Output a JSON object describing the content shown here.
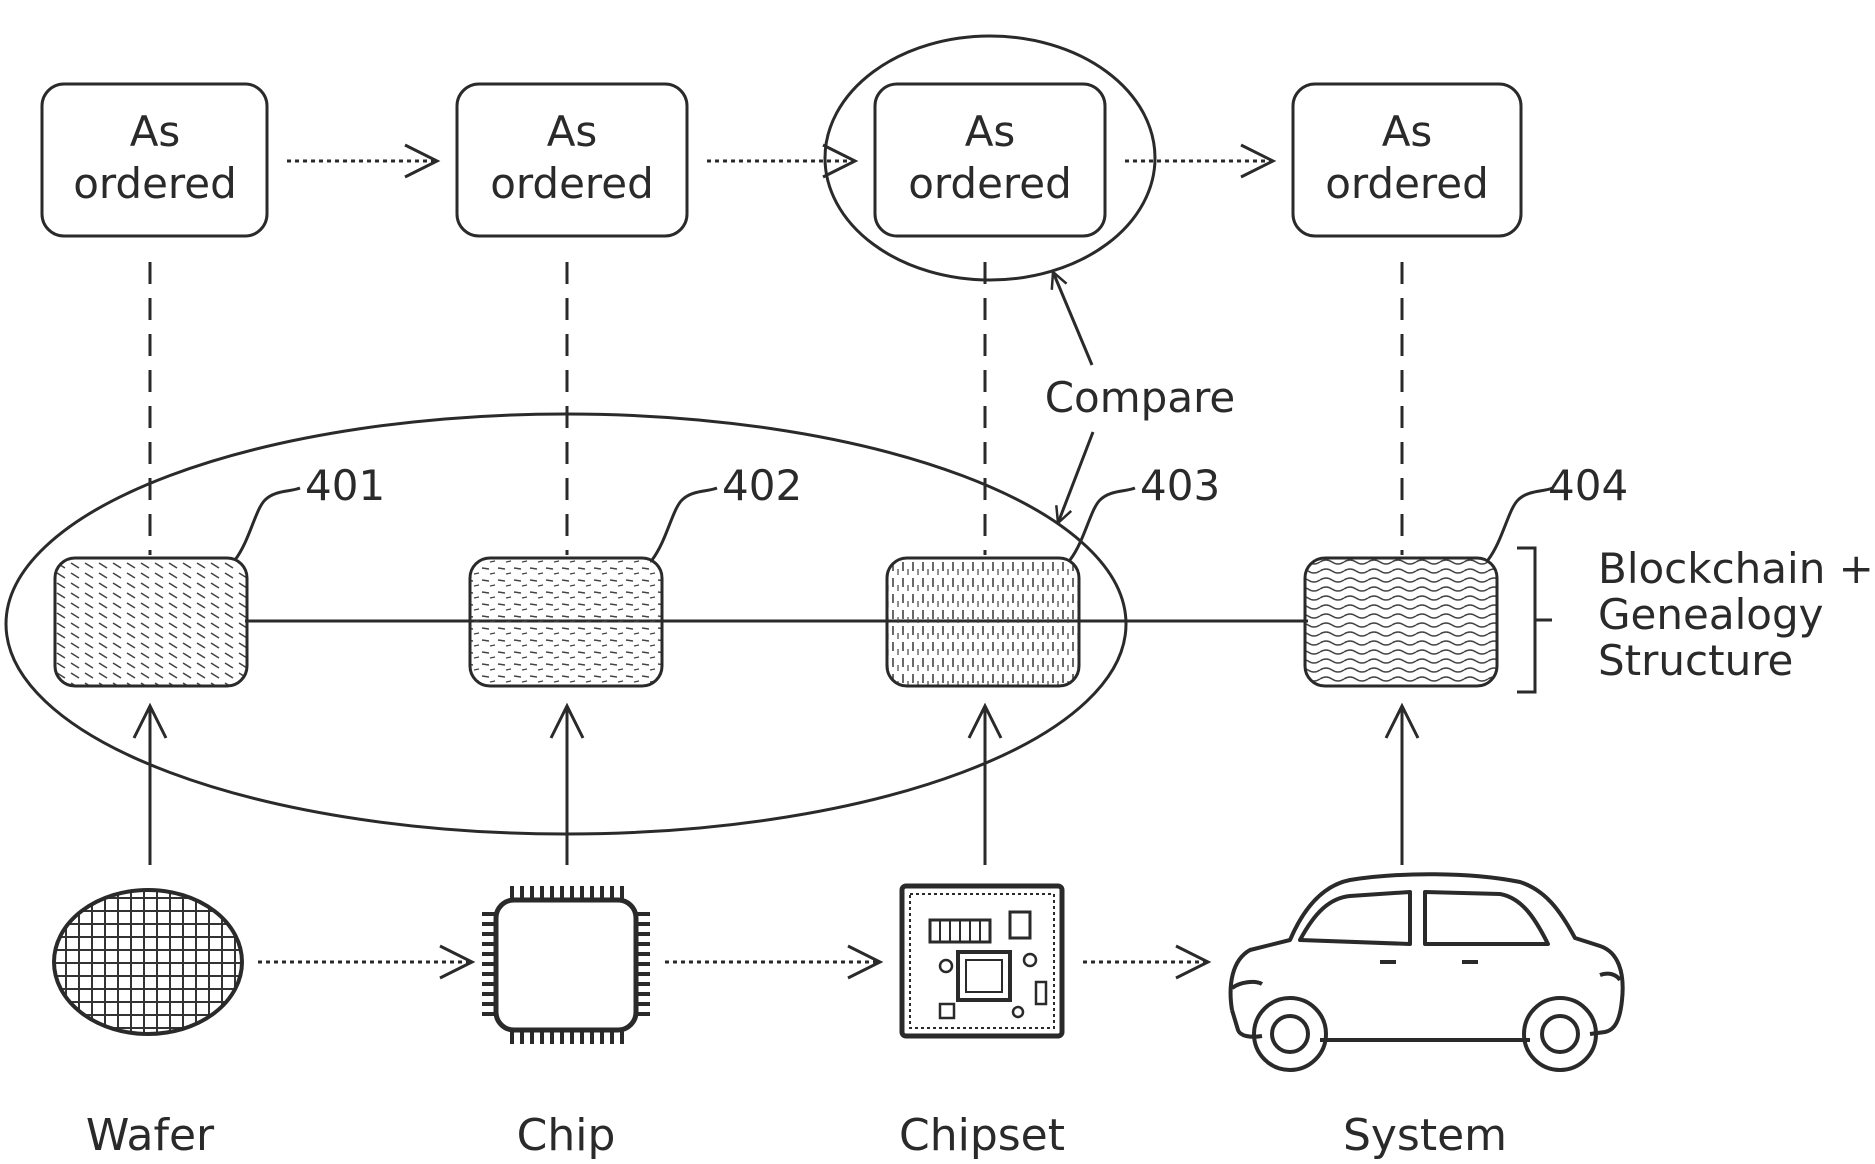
{
  "diagram": {
    "order_boxes": [
      {
        "line1": "As",
        "line2": "ordered"
      },
      {
        "line1": "As",
        "line2": "ordered"
      },
      {
        "line1": "As",
        "line2": "ordered"
      },
      {
        "line1": "As",
        "line2": "ordered"
      }
    ],
    "blocks": [
      {
        "ref": "401",
        "pattern": "diagonal-hatch"
      },
      {
        "ref": "402",
        "pattern": "short-dashes"
      },
      {
        "ref": "403",
        "pattern": "vertical-dashes"
      },
      {
        "ref": "404",
        "pattern": "wavy-lines"
      }
    ],
    "compare_label": "Compare",
    "structure_label": [
      "Blockchain +",
      "Genealogy",
      "Structure"
    ],
    "items": [
      {
        "label": "Wafer",
        "icon": "wafer-icon"
      },
      {
        "label": "Chip",
        "icon": "chip-icon"
      },
      {
        "label": "Chipset",
        "icon": "chipset-icon"
      },
      {
        "label": "System",
        "icon": "car-icon"
      }
    ],
    "colors": {
      "ink": "#2a2a2a",
      "background": "#ffffff"
    }
  }
}
